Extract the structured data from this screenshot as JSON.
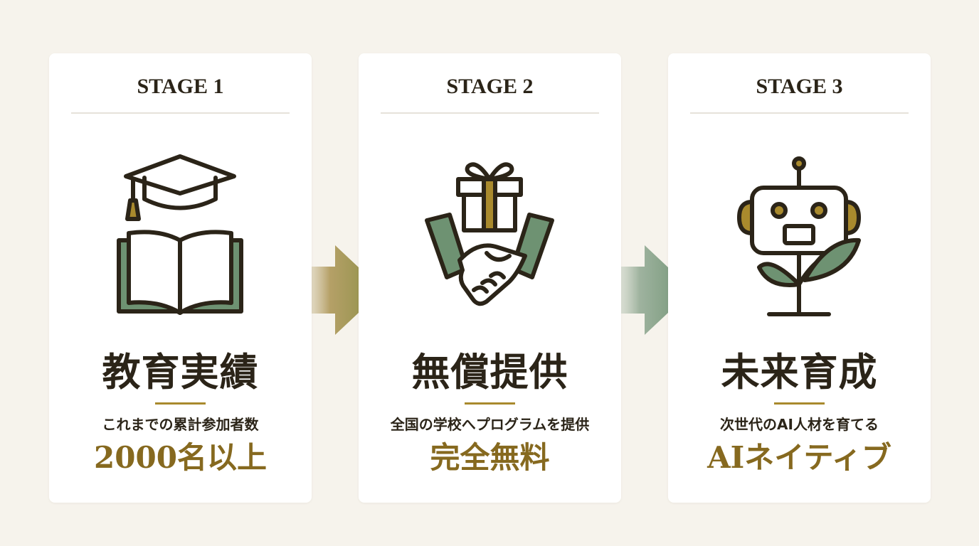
{
  "colors": {
    "background": "#f6f3ec",
    "card": "#ffffff",
    "ink": "#2b2418",
    "gold": "#a98a2d",
    "gold_dark": "#86691f",
    "green": "#6e9272",
    "divider": "#e6e2da"
  },
  "stages": [
    {
      "label": "STAGE 1",
      "icon": "graduation-cap-book-icon",
      "title": "教育実績",
      "description": "これまでの累計参加者数",
      "highlight": "2000名以上"
    },
    {
      "label": "STAGE 2",
      "icon": "gift-handshake-icon",
      "title": "無償提供",
      "description": "全国の学校へプログラムを提供",
      "highlight": "完全無料"
    },
    {
      "label": "STAGE 3",
      "icon": "robot-sprout-icon",
      "title": "未来育成",
      "description": "次世代のAI人材を育てる",
      "highlight": "AIネイティブ"
    }
  ],
  "connectors": [
    {
      "icon": "arrow-right-icon"
    },
    {
      "icon": "arrow-right-icon"
    }
  ]
}
